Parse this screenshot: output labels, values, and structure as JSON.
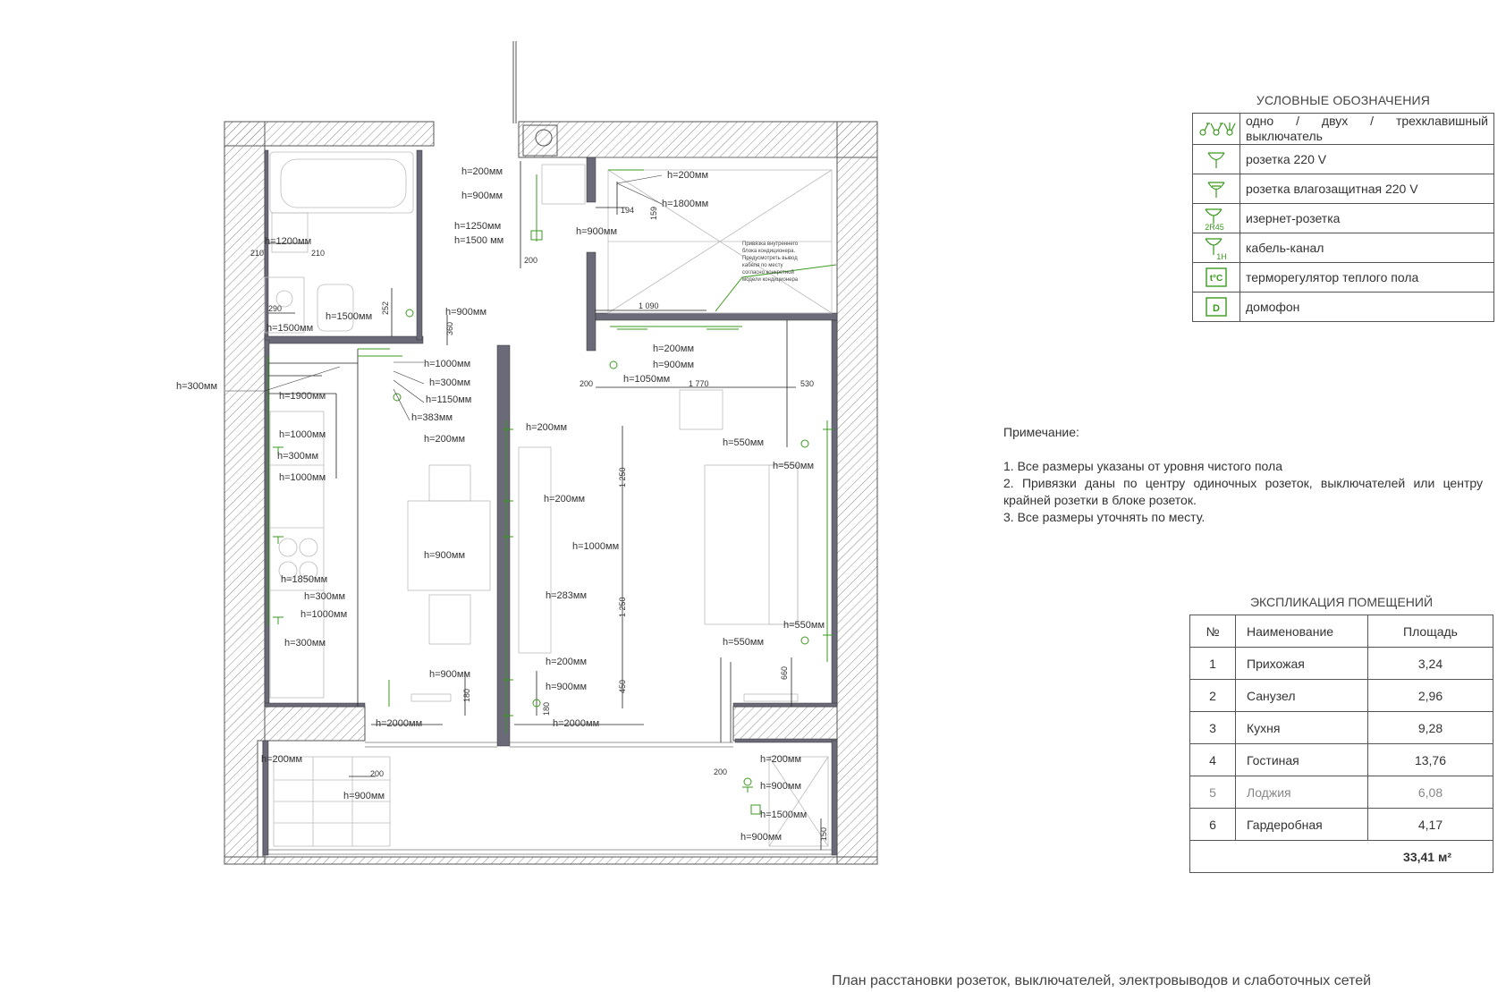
{
  "legend": {
    "title": "УСЛОВНЫЕ ОБОЗНАЧЕНИЯ",
    "items": [
      {
        "icon": "switch-icon",
        "label": "одно / двух / трехклавишный выключатель"
      },
      {
        "icon": "socket-icon",
        "label": "розетка 220 V"
      },
      {
        "icon": "waterproof-socket-icon",
        "label": "розетка влагозащитная 220 V"
      },
      {
        "icon": "internet-socket-icon",
        "symbol": "2R45",
        "label": "изернет-розетка"
      },
      {
        "icon": "cable-channel-icon",
        "symbol": "1H",
        "label": "кабель-канал"
      },
      {
        "icon": "thermostat-icon",
        "symbol": "t°C",
        "label": "терморегулятор теплого пола"
      },
      {
        "icon": "intercom-icon",
        "symbol": "D",
        "label": "домофон"
      }
    ]
  },
  "notes": {
    "title": "Примечание:",
    "items": [
      "1. Все размеры указаны от уровня чистого пола",
      "2. Привязки даны по центру одиночных розеток, выключателей или центру крайней розетки в блоке розеток.",
      "3. Все размеры уточнять по месту."
    ]
  },
  "explication": {
    "title": "ЭКСПЛИКАЦИЯ ПОМЕЩЕНИЙ",
    "headers": [
      "№",
      "Наименование",
      "Площадь"
    ],
    "rows": [
      {
        "num": "1",
        "name": "Прихожая",
        "area": "3,24"
      },
      {
        "num": "2",
        "name": "Санузел",
        "area": "2,96"
      },
      {
        "num": "3",
        "name": "Кухня",
        "area": "9,28"
      },
      {
        "num": "4",
        "name": "Гостиная",
        "area": "13,76"
      },
      {
        "num": "5",
        "name": "Лоджия",
        "area": "6,08"
      },
      {
        "num": "6",
        "name": "Гардеробная",
        "area": "4,17"
      }
    ],
    "total": "33,41 м²"
  },
  "caption": "План расстановки розеток, выключателей, электровыводов и слаботочных сетей",
  "plan": {
    "ac_note": [
      "Привязка внутреннего",
      "блока кондиционера.",
      "Предусмотреть вывод",
      "кабеля по месту",
      "согласно конкретной",
      "модели кондиционера"
    ],
    "h_200": "h=200мм",
    "h_300": "h=300мм",
    "h_383": "h=383мм",
    "h_550": "h=550мм",
    "h_900": "h=900мм",
    "h_1000": "h=1000мм",
    "h_1050": "h=1050мм",
    "h_1150": "h=1150мм",
    "h_1200": "h=1200мм",
    "h_1250": "h=1250мм",
    "h_1500": "h=1500мм",
    "h_1500b": "h=1500 мм",
    "h_1800": "h=1800мм",
    "h_1850": "h=1850мм",
    "h_1900": "h=1900мм",
    "h_2000": "h=2000мм",
    "h_283": "h=283мм",
    "d_200": "200",
    "d_210": "210",
    "d_290": "290",
    "d_194": "194",
    "d_159": "159",
    "d_1090": "1 090",
    "d_1770": "1 770",
    "d_530": "530",
    "d_1250": "1 250",
    "d_450": "450",
    "d_660": "660",
    "d_150": "150",
    "d_180": "180",
    "d_360": "360",
    "d_252": "252"
  },
  "colors": {
    "wall_fill": "#ffffff",
    "wall_hatch": "#8a8a8a",
    "partition": "#5f5f6e",
    "electric": "#3a9a1e",
    "dimension": "#222222",
    "furniture": "#bbbbbb"
  }
}
